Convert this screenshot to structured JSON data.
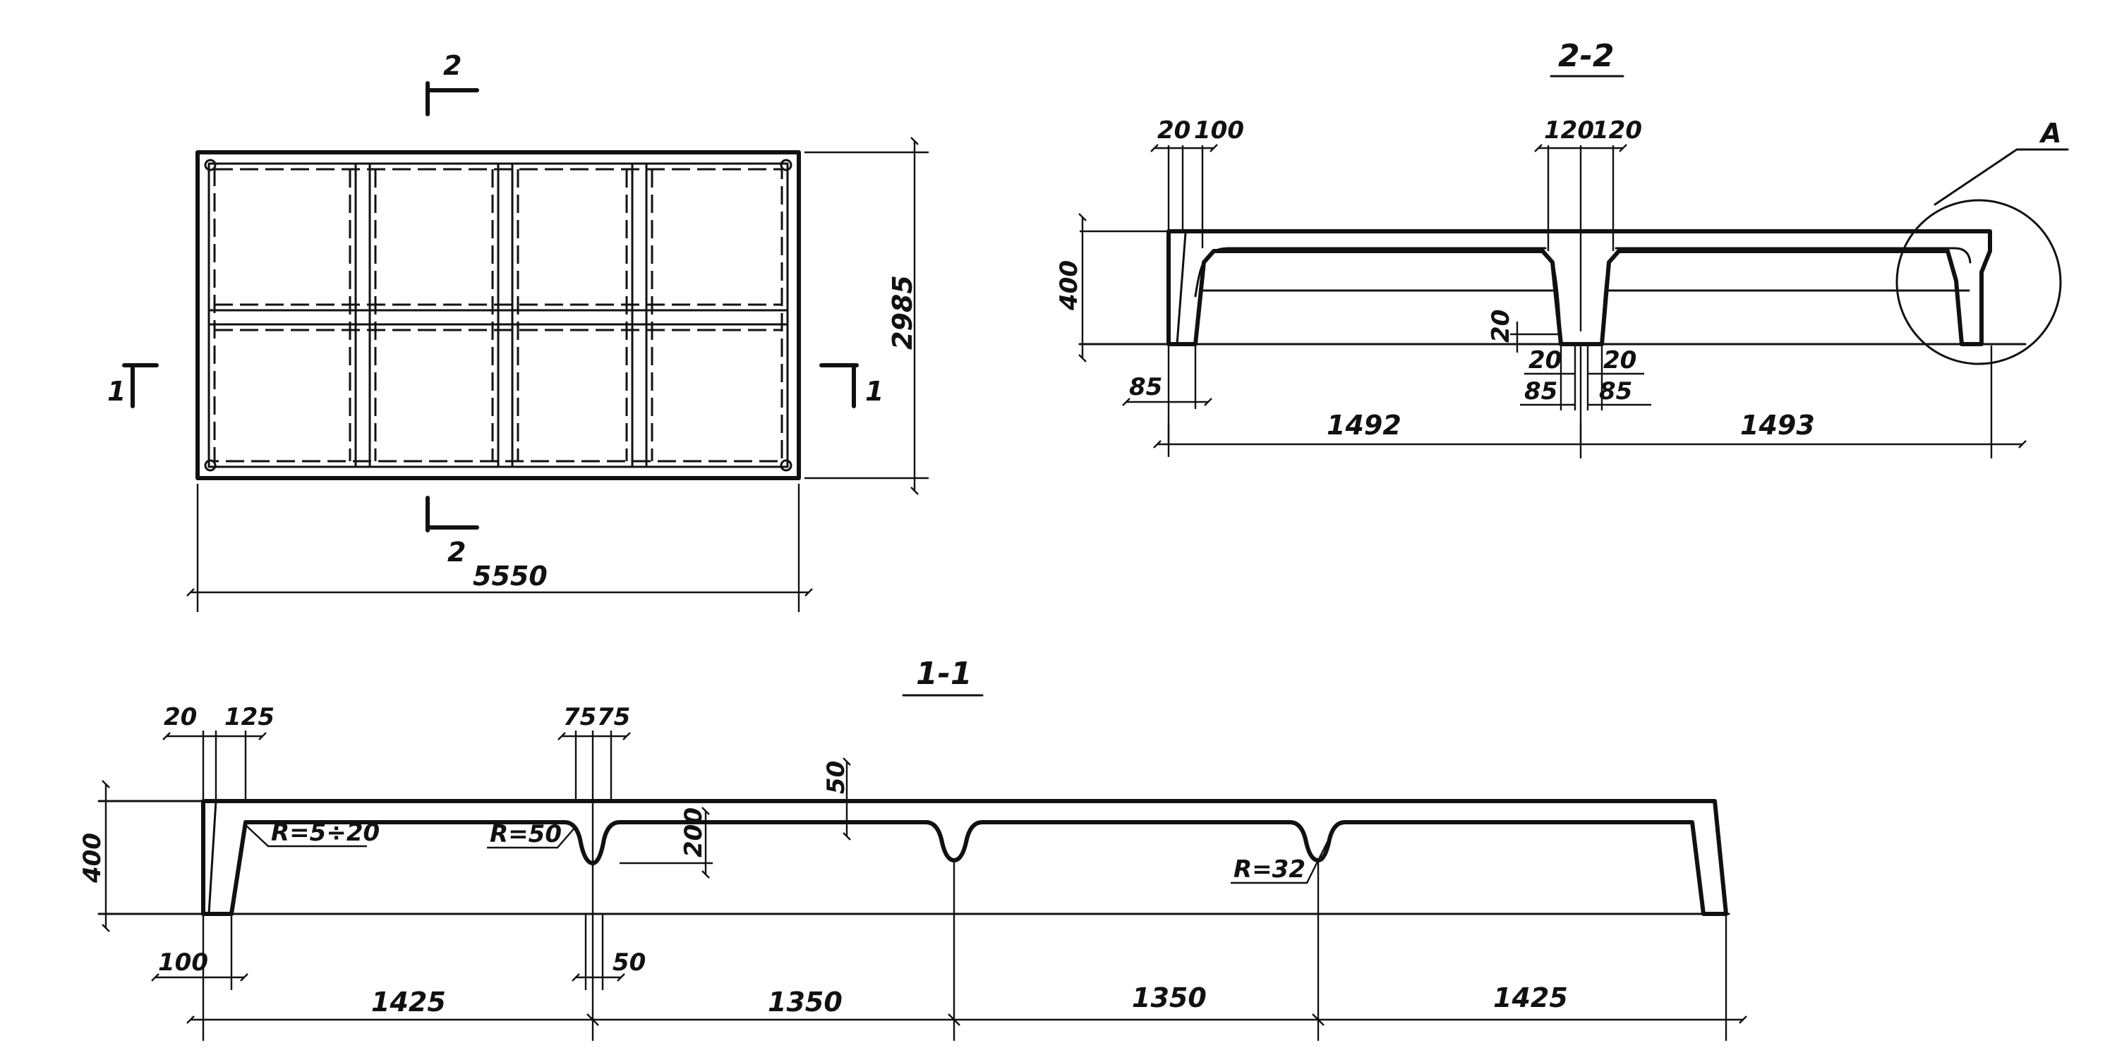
{
  "plan": {
    "section_mark_2": "2",
    "section_mark_1": "1",
    "width_dim": "5550",
    "height_dim": "2985"
  },
  "section_2_2": {
    "title": "2-2",
    "callout": "A",
    "dims": {
      "d20_top": "20",
      "d100": "100",
      "d120_a": "120",
      "d120_b": "120",
      "d400": "400",
      "d85_left": "85",
      "d20_rib": "20",
      "d20_l": "20",
      "d85_l": "85",
      "d20_r": "20",
      "d85_r": "85",
      "d1492": "1492",
      "d1493": "1493"
    }
  },
  "section_1_1": {
    "title": "1-1",
    "dims": {
      "d20": "20",
      "d125": "125",
      "d75_a": "75",
      "d75_b": "75",
      "d50_top": "50",
      "d200": "200",
      "d400": "400",
      "d100": "100",
      "d50_bottom": "50",
      "d1425_a": "1425",
      "d1350_a": "1350",
      "d1350_b": "1350",
      "d1425_b": "1425"
    },
    "labels": {
      "r_5_20": "R=5÷20",
      "r_50": "R=50",
      "r_32": "R=32"
    }
  }
}
